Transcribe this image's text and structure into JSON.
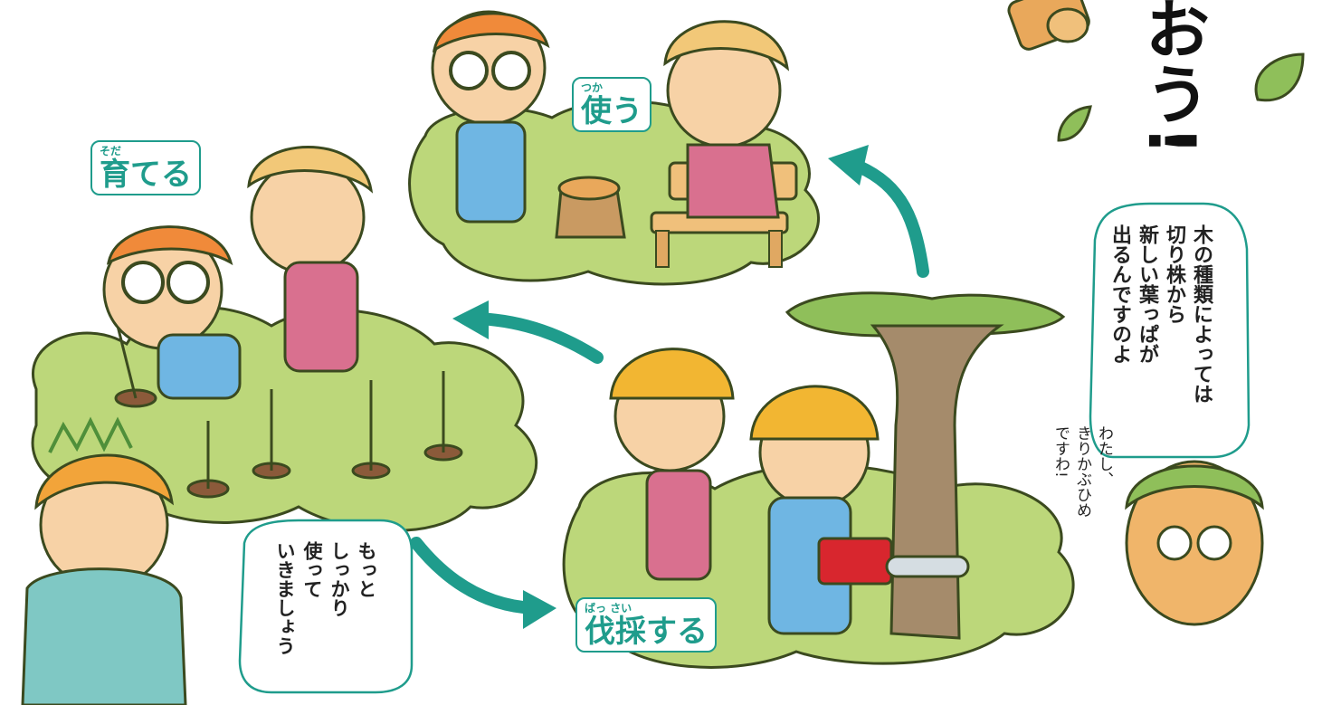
{
  "stages": {
    "use": {
      "ruby": "つか",
      "label": "使う"
    },
    "grow": {
      "ruby": "そだ",
      "label": "育てる"
    },
    "harvest": {
      "ruby": "ばっ さい",
      "label": "伐採する"
    }
  },
  "title_fragment": "おう!",
  "speech": {
    "princess": [
      "木の種類によっては",
      "切り株から",
      "新しい葉っぱが",
      "出るんですのよ"
    ],
    "kirikabu": [
      "わたし、",
      "きりかぶひめ",
      "ですわ!"
    ],
    "forest_spirit": [
      "もっと",
      "しっかり",
      "使って",
      "いきましょう"
    ]
  },
  "colors": {
    "teal": "#1f9c8c",
    "grass": "#bcd77a",
    "outline": "#3b4a1f",
    "wood": "#e9a85b",
    "helmet": "#f2b632",
    "chainsaw": "#d8262e",
    "overall_blue": "#6fb6e3",
    "overall_pink": "#d9708f"
  }
}
